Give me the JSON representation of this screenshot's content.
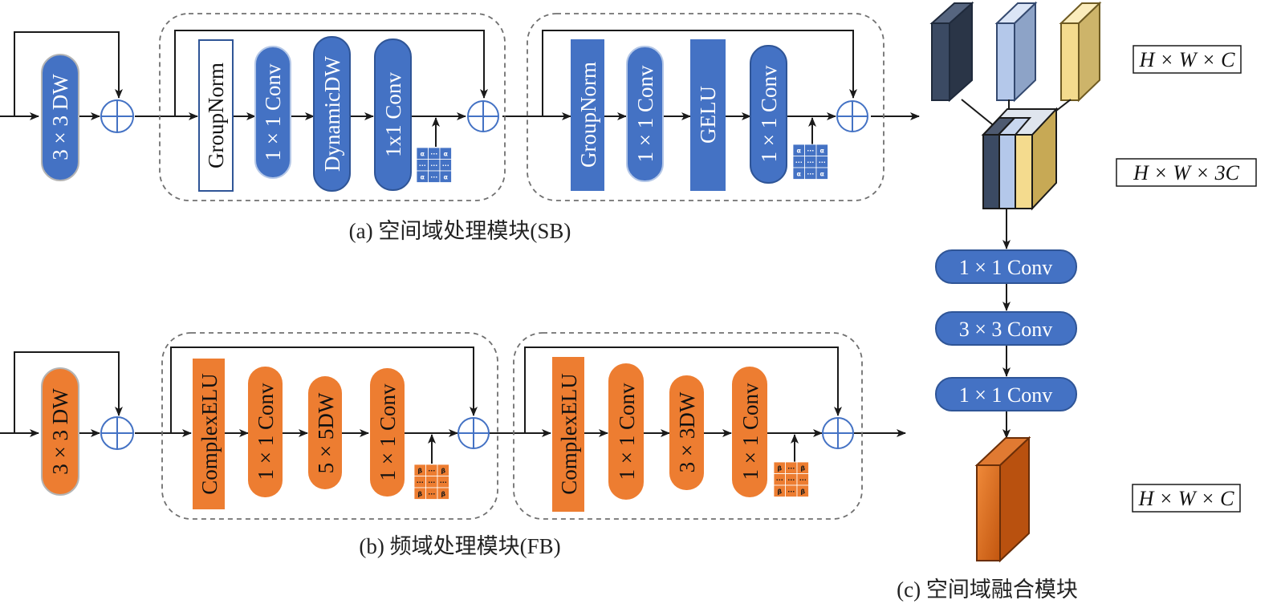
{
  "colors": {
    "blue": "#4472c4",
    "blue_dark": "#2f5597",
    "orange": "#ed7d31",
    "orange_dark": "#c55a11",
    "line": "#1a1a1a",
    "dash": "#707070",
    "cube_navy": "#3b4a63",
    "cube_lightblue": "#a9c0e4",
    "cube_yellow": "#f3d98a",
    "cube_orange": "#d9651a"
  },
  "sb": {
    "dw": "3 × 3 DW",
    "block1": [
      "GroupNorm",
      "1 × 1 Conv",
      "DynamicDW",
      "1x1 Conv"
    ],
    "block2": [
      "GroupNorm",
      "1 × 1 Conv",
      "GELU",
      "1 × 1 Conv"
    ],
    "matrix_symbol": "α",
    "caption": "(a) 空间域处理模块(SB)"
  },
  "fb": {
    "dw": "3 × 3 DW",
    "block1": [
      "ComplexELU",
      "1 × 1 Conv",
      "5 × 5DW",
      "1 × 1 Conv"
    ],
    "block2": [
      "ComplexELU",
      "1 × 1 Conv",
      "3 × 3DW",
      "1 × 1 Conv"
    ],
    "matrix_symbol": "β",
    "caption": "(b) 频域处理模块(FB)"
  },
  "fusion": {
    "layers": [
      "1 × 1 Conv",
      "3 × 3 Conv",
      "1 × 1 Conv"
    ],
    "dims": [
      "H × W × C",
      "H × W × 3C",
      "H × W × C"
    ],
    "caption": "(c) 空间域融合模块"
  },
  "ellipsis": "···"
}
